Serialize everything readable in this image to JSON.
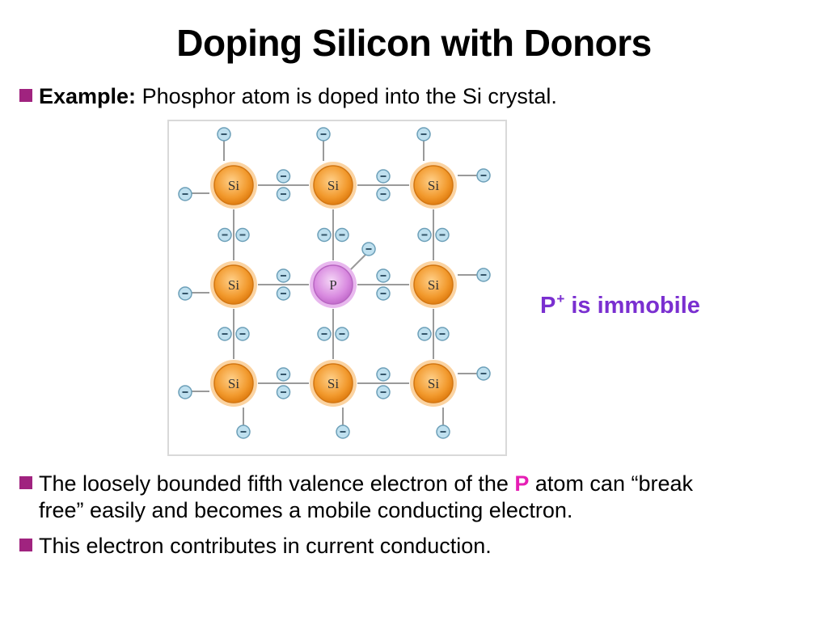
{
  "title": "Doping Silicon with Donors",
  "bullet1": {
    "bold": "Example:",
    "text": "Phosphor atom is doped into the Si crystal."
  },
  "diagram": {
    "atoms": {
      "row1": [
        "Si",
        "Si",
        "Si"
      ],
      "row2": [
        "Si",
        "P",
        "Si"
      ],
      "row3": [
        "Si",
        "Si",
        "Si"
      ]
    }
  },
  "callout": {
    "prefix": "P",
    "superscript": "+",
    "suffix": "is immobile"
  },
  "bullet2": {
    "part1": "The loosely bounded fifth valence electron of the ",
    "highlight": "P",
    "part2": " atom can “break",
    "line2": "free” easily and becomes a mobile conducting electron."
  },
  "bullet3": {
    "text": "This electron contributes in current conduction."
  },
  "colors": {
    "bullet": "#a0237f",
    "highlight_p": "#e61eb4",
    "callout": "#7a2fd0",
    "si_atom": "#f29a2e",
    "p_atom": "#d98be0",
    "electron": "#bfe0ef"
  }
}
